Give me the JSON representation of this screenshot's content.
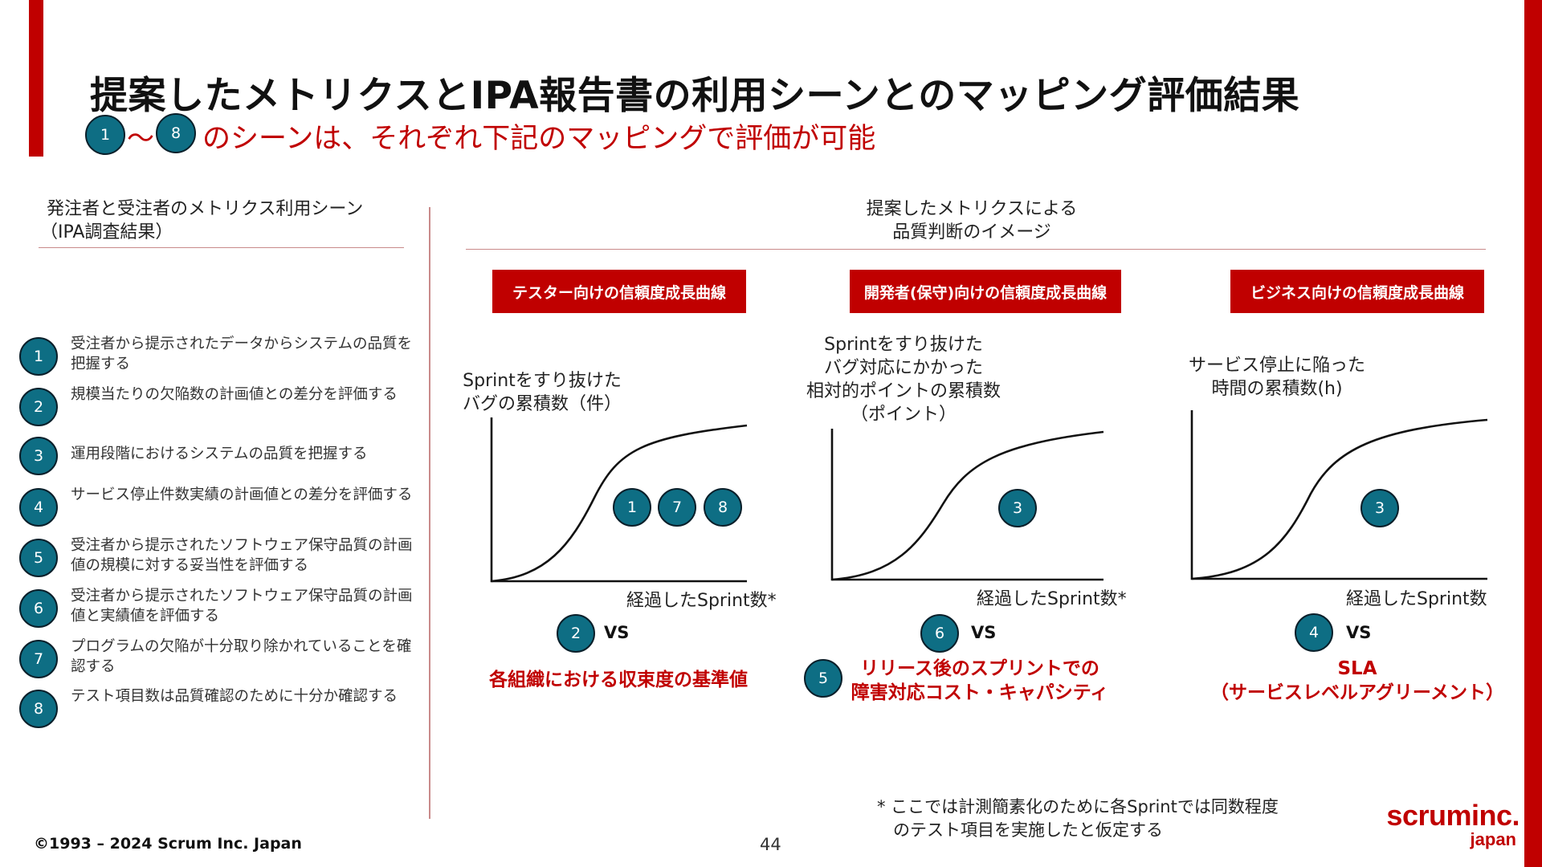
{
  "slide": {
    "title": "提案したメトリクスとIPA報告書の利用シーンとのマッピング評価結果",
    "subtitle": {
      "badge_start": "1",
      "range_sep": "〜",
      "badge_end": "8",
      "text": "のシーンは、それぞれ下記のマッピングで評価が可能"
    },
    "left_header": [
      "発注者と受注者のメトリクス利用シーン",
      "（IPA調査結果）"
    ],
    "right_header": [
      "提案したメトリクスによる",
      "品質判断のイメージ"
    ],
    "scenes": [
      {
        "num": "1",
        "text": "受注者から提示されたデータからシステムの品質を把握する"
      },
      {
        "num": "2",
        "text": "規模当たりの欠陥数の計画値との差分を評価する"
      },
      {
        "num": "3",
        "text": "運用段階におけるシステムの品質を把握する"
      },
      {
        "num": "4",
        "text": "サービス停止件数実績の計画値との差分を評価する"
      },
      {
        "num": "5",
        "text": "受注者から提示されたソフトウェア保守品質の計画値の規模に対する妥当性を評価する"
      },
      {
        "num": "6",
        "text": "受注者から提示されたソフトウェア保守品質の計画値と実績値を評価する"
      },
      {
        "num": "7",
        "text": "プログラムの欠陥が十分取り除かれていることを確認する"
      },
      {
        "num": "8",
        "text": "テスト項目数は品質確認のために十分か確認する"
      }
    ],
    "charts": [
      {
        "heading": "テスター向けの信頼度成長曲線",
        "ylabel": [
          "Sprintをすり抜けた",
          "バグの累積数（件）"
        ],
        "xlabel": "経過したSprint数*",
        "badges": [
          "1",
          "7",
          "8"
        ],
        "vs_badge": "2",
        "vs": "VS",
        "baseline": [
          "各組織における収束度の基準値"
        ]
      },
      {
        "heading": "開発者(保守)向けの信頼度成長曲線",
        "ylabel": [
          "Sprintをすり抜けた",
          "バグ対応にかかった",
          "相対的ポイントの累積数",
          "（ポイント）"
        ],
        "xlabel": "経過したSprint数*",
        "badges": [
          "3"
        ],
        "vs_badge": "6",
        "vs": "VS",
        "extra_badge": "5",
        "baseline": [
          "リリース後のスプリントでの",
          "障害対応コスト・キャパシティ"
        ]
      },
      {
        "heading": "ビジネス向けの信頼度成長曲線",
        "ylabel": [
          "サービス停止に陥った",
          "時間の累積数(h)"
        ],
        "xlabel": "経過したSprint数",
        "badges": [
          "3"
        ],
        "vs_badge": "4",
        "vs": "VS",
        "baseline": [
          "SLA",
          "（サービスレベルアグリーメント）"
        ]
      }
    ],
    "footnote": [
      "* ここでは計測簡素化のために各Sprintでは同数程度",
      "のテスト項目を実施したと仮定する"
    ],
    "copyright": "©1993 – 2024 Scrum Inc. Japan",
    "page_number": "44",
    "logo": {
      "main": "scruminc.",
      "sub": "japan"
    },
    "colors": {
      "accent": "#c00000",
      "badge": "#0e6e84"
    }
  }
}
